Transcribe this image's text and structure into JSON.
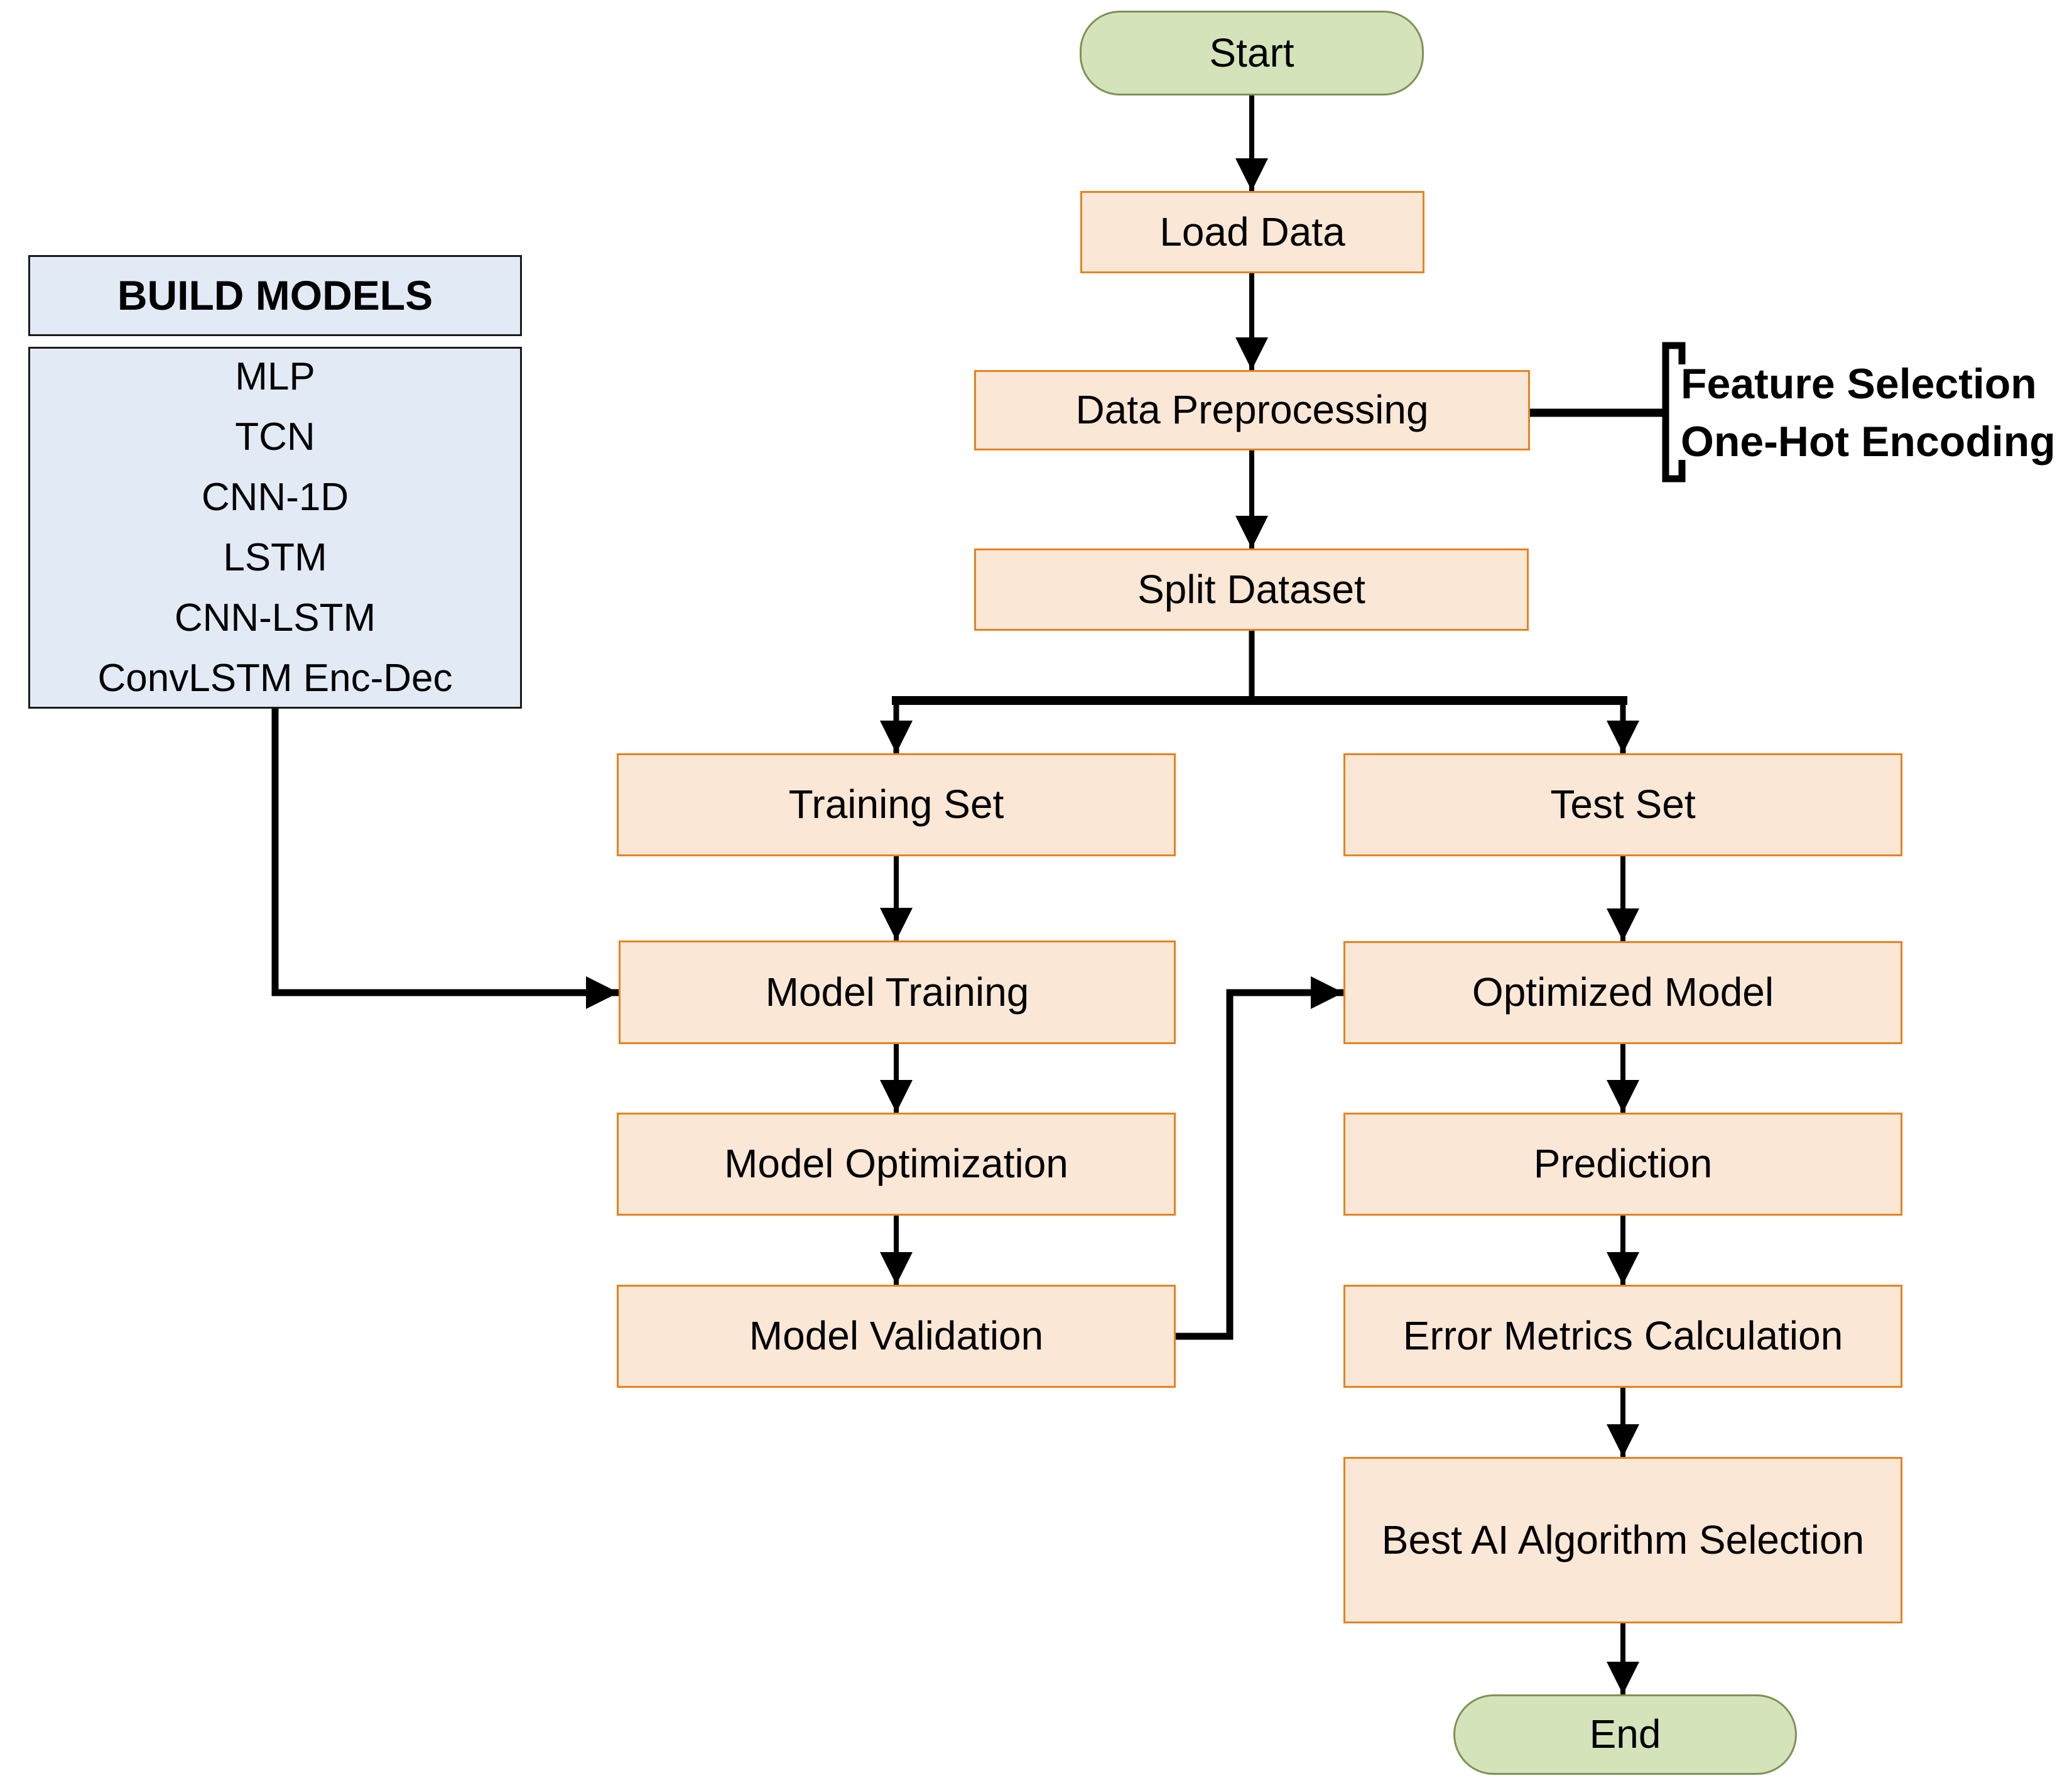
{
  "diagram": {
    "nodes": {
      "start": "Start",
      "load_data": "Load Data",
      "data_preprocessing": "Data Preprocessing",
      "split_dataset": "Split Dataset",
      "training_set": "Training Set",
      "test_set": "Test Set",
      "model_training": "Model Training",
      "model_optimization": "Model Optimization",
      "model_validation": "Model Validation",
      "optimized_model": "Optimized Model",
      "prediction": "Prediction",
      "error_metrics": "Error Metrics Calculation",
      "best_algorithm": "Best AI Algorithm Selection",
      "end": "End"
    },
    "build_models_panel": {
      "title": "BUILD MODELS",
      "items": [
        "MLP",
        "TCN",
        "CNN-1D",
        "LSTM",
        "CNN-LSTM",
        "ConvLSTM Enc-Dec"
      ]
    },
    "annotation": {
      "lines": [
        "Feature Selection",
        "One-Hot Encoding"
      ]
    },
    "colors": {
      "terminal_fill": "#d5e3ba",
      "terminal_border": "#7f9154",
      "process_fill": "#fae7d6",
      "process_border": "#e8821e",
      "panel_fill": "#e2eaf6",
      "panel_border": "#1a1a1a",
      "connector": "#000000",
      "text": "#000000",
      "background": "#ffffff"
    }
  }
}
